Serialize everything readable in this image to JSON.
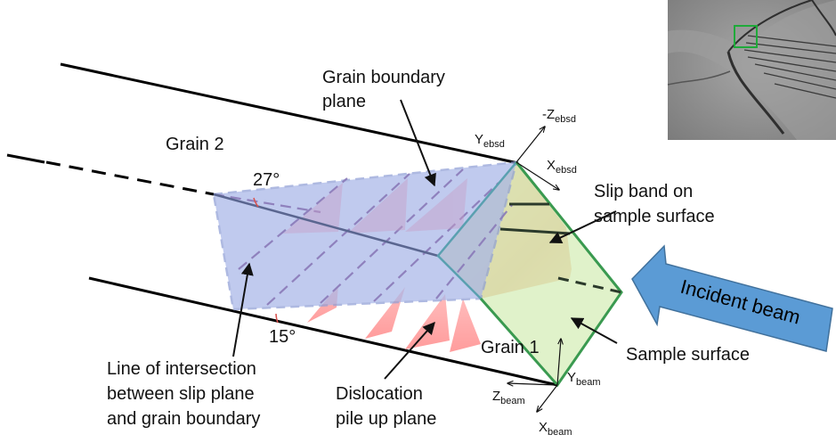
{
  "labels": {
    "grain_boundary_line1": "Grain boundary",
    "grain_boundary_line2": "plane",
    "grain2": "Grain 2",
    "angle_27": "27°",
    "angle_15": "15°",
    "slip_band_line1": "Slip band on",
    "slip_band_line2": "sample surface",
    "incident_beam": "Incident beam",
    "grain1": "Grain 1",
    "sample_surface": "Sample surface",
    "intersection_line1": "Line of intersection",
    "intersection_line2": "between slip plane",
    "intersection_line3": "and grain boundary",
    "pileup_line1": "Dislocation",
    "pileup_line2": "pile up plane"
  },
  "axes": {
    "y_ebsd": {
      "base": "Y",
      "sub": "ebsd"
    },
    "neg_z_ebsd": {
      "base": "-Z",
      "sub": "ebsd"
    },
    "x_ebsd": {
      "base": "X",
      "sub": "ebsd"
    },
    "y_beam": {
      "base": "Y",
      "sub": "beam"
    },
    "z_beam": {
      "base": "Z",
      "sub": "beam"
    },
    "x_beam": {
      "base": "X",
      "sub": "beam"
    }
  },
  "colors": {
    "boundary_plane_fill": "#a8b6e8",
    "boundary_plane_edge": "#8f9fd6",
    "sample_surface_fill": "#d6edb8",
    "sample_surface_edge": "#3a9a50",
    "slip_plane_fill": "#ee9a80",
    "pileup_fill": "#ff9c9c",
    "beam_arrow": "#5b9bd5",
    "inset_box": "#1faa3a"
  },
  "inset": {
    "description_icon": "micrograph-image"
  }
}
